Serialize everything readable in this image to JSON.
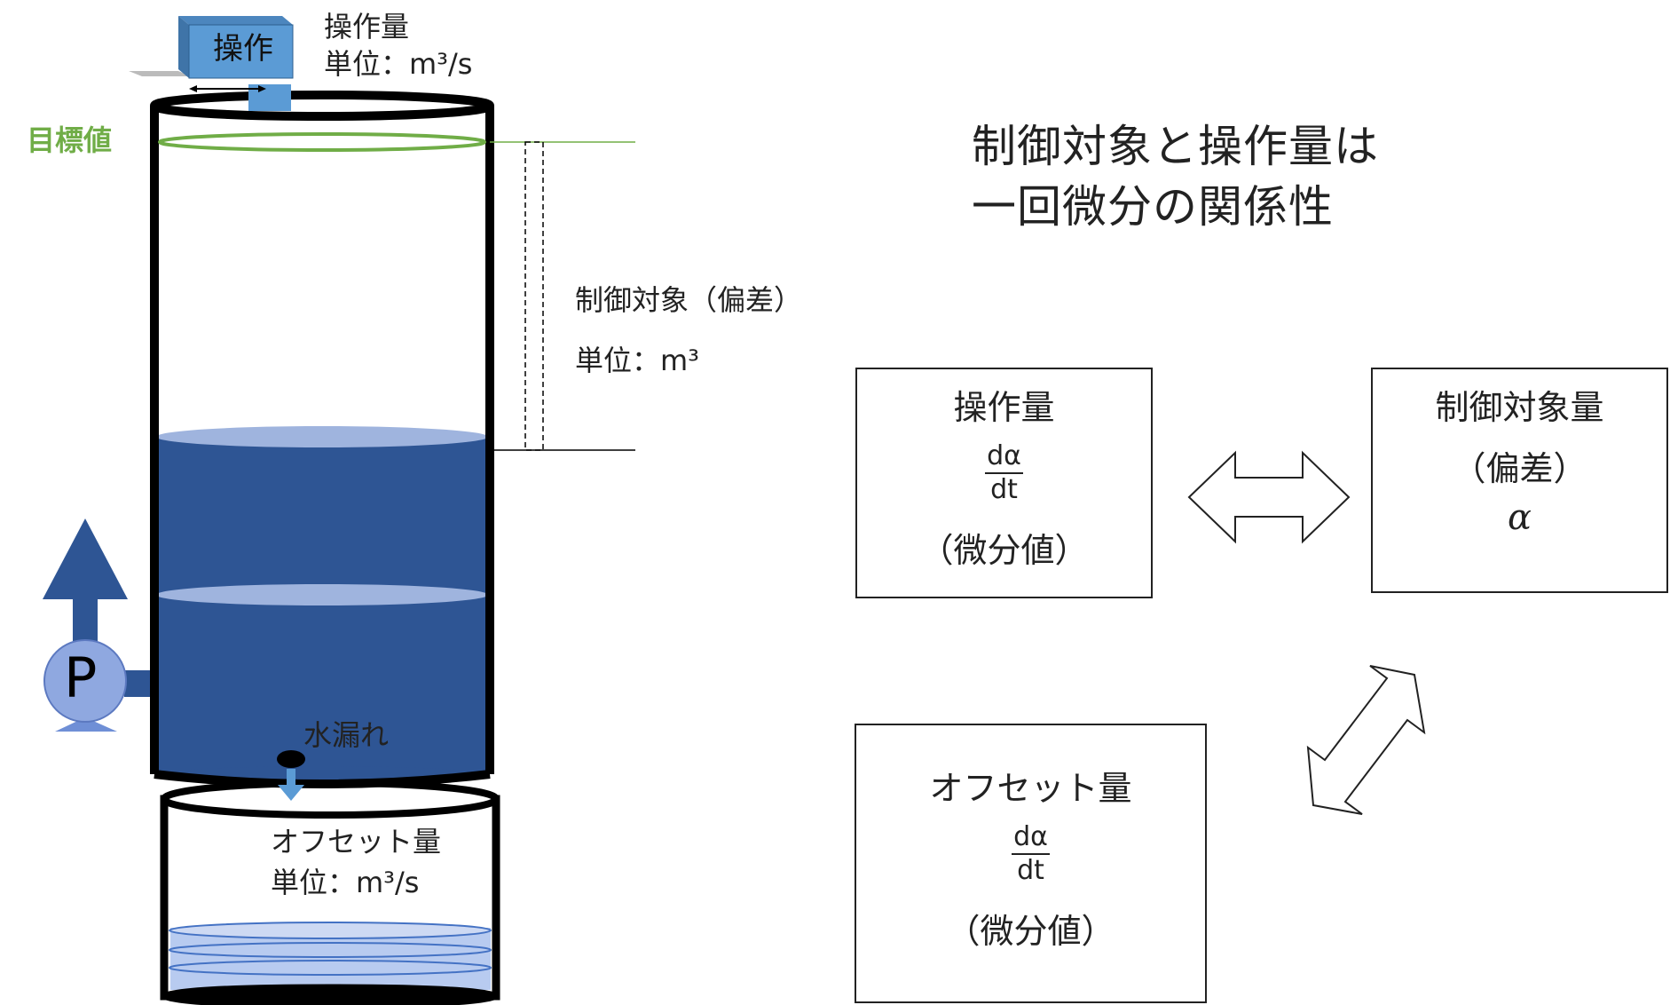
{
  "tank": {
    "actuator_label": "操作",
    "manip_title": "操作量",
    "manip_unit": "単位：m³/s",
    "target_label": "目標値",
    "control_title": "制御対象（偏差）",
    "control_unit": "単位：m³",
    "pump_label": "P",
    "leak_label": "水漏れ",
    "offset_title": "オフセット量",
    "offset_unit": "単位：m³/s"
  },
  "heading": {
    "line1": "制御対象と操作量は",
    "line2": "一回微分の関係性"
  },
  "boxes": {
    "manipulated": {
      "title": "操作量",
      "num": "dα",
      "den": "dt",
      "note": "（微分値）"
    },
    "controlled": {
      "title": "制御対象量",
      "sub": "（偏差）",
      "symbol": "α"
    },
    "offset": {
      "title": "オフセット量",
      "num": "dα",
      "den": "dt",
      "note": "（微分値）"
    }
  },
  "colors": {
    "water_dark": "#2e5594",
    "water_light": "#9fb4de",
    "actuator": "#5b9bd5",
    "target_green": "#70ad47",
    "pump": "#8fa8e0",
    "arrow_blue": "#2e5594"
  }
}
